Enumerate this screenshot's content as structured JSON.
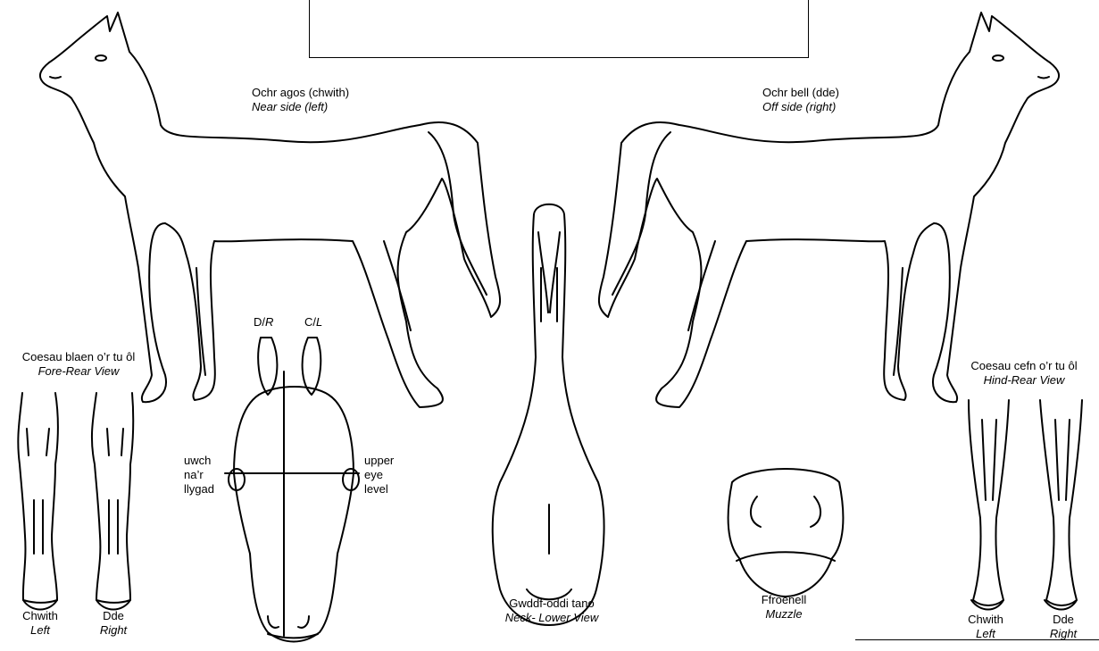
{
  "near_side": {
    "welsh": "Ochr agos (chwith)",
    "english": "Near side (left)"
  },
  "off_side": {
    "welsh": "Ochr bell (dde)",
    "english": "Off side (right)"
  },
  "fore_rear": {
    "welsh": "Coesau blaen o’r tu ôl",
    "english": "Fore-Rear View",
    "left": {
      "welsh": "Chwith",
      "english": "Left"
    },
    "right": {
      "welsh": "Dde",
      "english": "Right"
    }
  },
  "hind_rear": {
    "welsh": "Coesau cefn o’r tu ôl",
    "english": "Hind-Rear View",
    "left": {
      "welsh": "Chwith",
      "english": "Left"
    },
    "right": {
      "welsh": "Dde",
      "english": "Right"
    }
  },
  "head": {
    "right_ear": {
      "welsh": "D/",
      "english": "R"
    },
    "left_ear": {
      "welsh": "C/",
      "english": "L"
    },
    "eye_level_welsh": [
      "uwch",
      "na’r",
      "llygad"
    ],
    "eye_level_english": [
      "upper",
      "eye",
      "level"
    ]
  },
  "neck": {
    "welsh": "Gwddf-oddi tano",
    "english": "Neck- Lower View"
  },
  "muzzle": {
    "welsh": "Ffroenell",
    "english": "Muzzle"
  }
}
